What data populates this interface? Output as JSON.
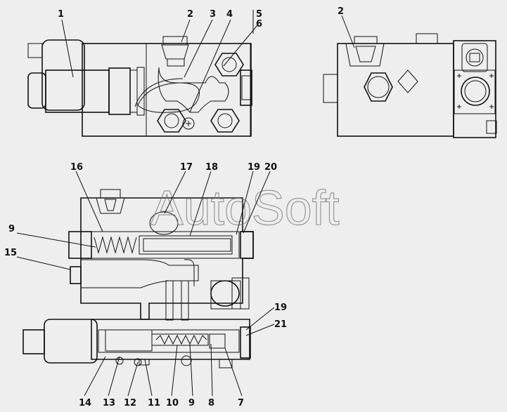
{
  "watermark": "AutoSoft",
  "callouts": {
    "top_left": [
      "1",
      "2",
      "3",
      "4",
      "5",
      "6"
    ],
    "top_right": [
      "2"
    ],
    "section_top": [
      "16",
      "17",
      "18",
      "19",
      "20"
    ],
    "section_left": [
      "9",
      "15"
    ],
    "section_right": [
      "19",
      "21"
    ],
    "section_bottom": [
      "14",
      "13",
      "12",
      "11",
      "10",
      "9",
      "8",
      "7"
    ]
  }
}
